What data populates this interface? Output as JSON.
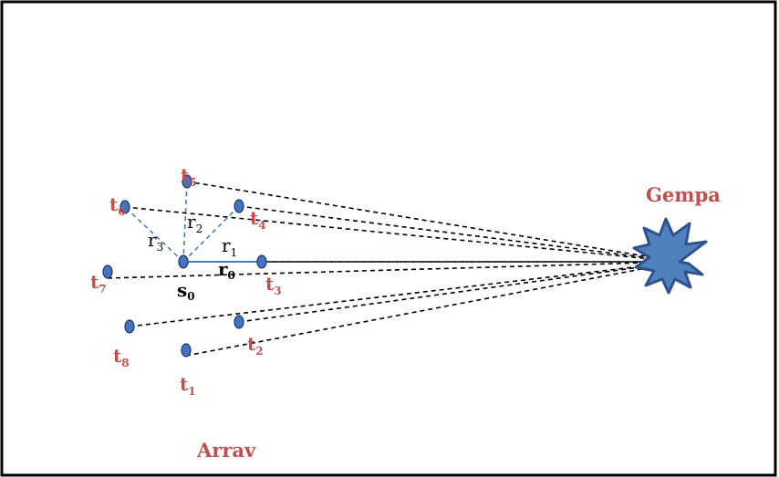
{
  "labels": {
    "gempa": "Gempa",
    "array": "Arrav",
    "s0": "s",
    "s0_sub": "0",
    "t1": "t",
    "t1_sub": "1",
    "t2": "t",
    "t2_sub": "2",
    "t3": "t",
    "t3_sub": "3",
    "t4": "t",
    "t4_sub": "4",
    "t5": "t",
    "t5_sub": "5",
    "t6": "t",
    "t6_sub": "6",
    "t7": "t",
    "t7_sub": "7",
    "t8": "t",
    "t8_sub": "8",
    "r1": "r",
    "r1_sub": "1",
    "r2": "r",
    "r2_sub": "2",
    "r3": "r",
    "r3_sub": "3",
    "r0": "r",
    "r0_sub": "0"
  },
  "colors": {
    "station": "#4472c4",
    "station_stroke": "#1f3864",
    "label_red": "#c0504d",
    "baseline_blue": "#4a7ebb",
    "quake_fill": "#4f81bd",
    "quake_stroke": "#2f528f"
  },
  "icons": {
    "quake": "explosion-burst-icon",
    "station": "station-dot-icon"
  }
}
